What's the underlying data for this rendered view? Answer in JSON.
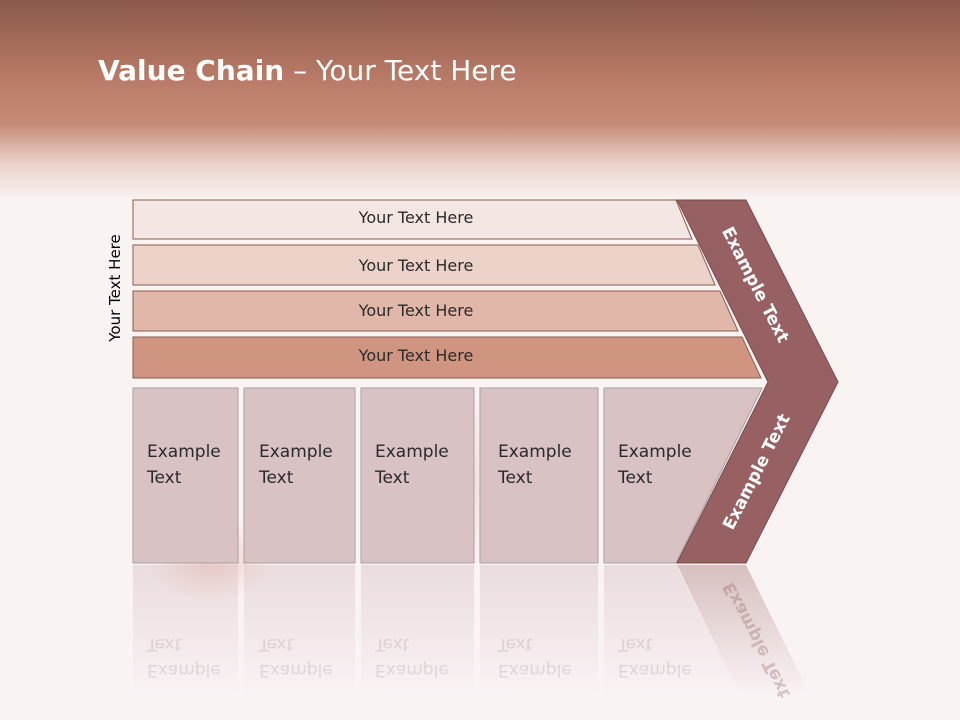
{
  "slide": {
    "title_bold": "Value Chain",
    "title_rest": " – Your Text Here",
    "side_label": "Your Text Here"
  },
  "bars": [
    {
      "label": "Your Text Here",
      "color": "#f4e6e2"
    },
    {
      "label": "Your Text Here",
      "color": "#ecd2c9"
    },
    {
      "label": "Your Text Here",
      "color": "#e0b7a8"
    },
    {
      "label": "Your Text Here",
      "color": "#cf9580"
    }
  ],
  "boxes": [
    {
      "line1": "Example",
      "line2": "Text"
    },
    {
      "line1": "Example",
      "line2": "Text"
    },
    {
      "line1": "Example",
      "line2": "Text"
    },
    {
      "line1": "Example",
      "line2": "Text"
    },
    {
      "line1": "Example",
      "line2": "Text"
    }
  ],
  "chevron": {
    "upper_label": "Example Text",
    "lower_label": "Example Text",
    "color": "#976062",
    "box_color": "#d8c2c3"
  }
}
